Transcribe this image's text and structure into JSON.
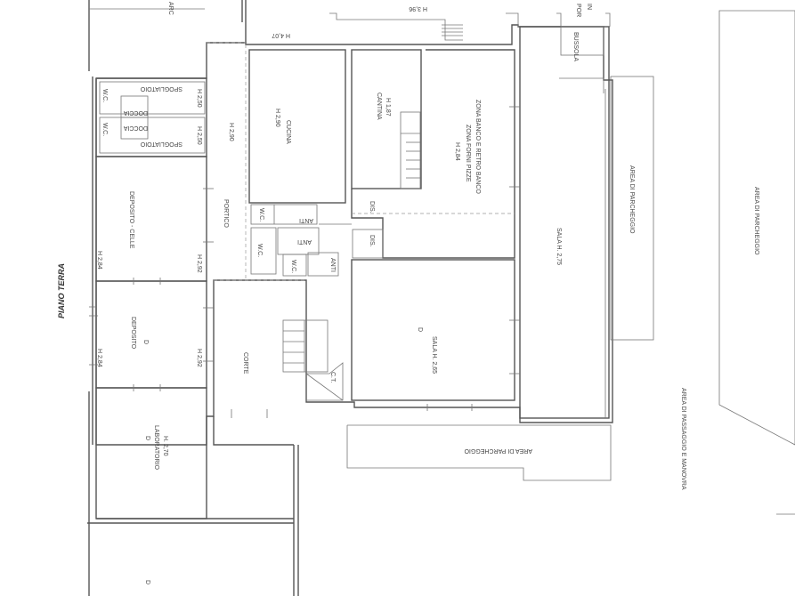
{
  "floor": {
    "title": "PIANO TERRA"
  },
  "labels": {
    "arc_top": "ARC",
    "por": "POR",
    "ingresso_frag": "IN",
    "h_396": "H 3,96",
    "h_407": "H 4,07",
    "bussola": "BUSSOLA",
    "spogliatoio_1": "SPOGLIATOIO",
    "wc_1": "W.C.",
    "h250_1": "H 2,50",
    "doccia_1": "DOCCIA",
    "doccia_2": "DOCCIA",
    "wc_2": "W.C.",
    "h250_2": "H 2,50",
    "spogliatoio_2": "SPOGLIATOIO",
    "cucina_h": "H 2,90",
    "cucina": "CUCINA",
    "cantina": "CANTINA",
    "cantina_h": "H 1,87",
    "forni_h": "H 2,84",
    "forni_1": "ZONA FORNI PIZZE",
    "forni_2": "ZONA BANCO E RETRO BANCO",
    "h290_portico": "H 2,90",
    "portico": "PORTICO",
    "deposito_celle": "DEPOSITO - CELLE",
    "h284_a": "H 2,84",
    "h292_a": "H 2,92",
    "wc_3": "W.C.",
    "anti_1": "ANTI",
    "dis_1": "DIS.",
    "wc_4": "W.C.",
    "anti_2": "ANTI",
    "wc_5": "W.C.",
    "anti_3": "ANTI",
    "dis_2": "DIS.",
    "sala_275": "SALA H. 2,75",
    "parcheggio_1": "AREA DI PARCHEGGIO",
    "parcheggio_2": "AREA DI PARCHEGGIO",
    "deposito": "DEPOSITO",
    "d_1": "D",
    "h284_b": "H 2,84",
    "h292_b": "H 2,92",
    "corte": "CORTE",
    "d_2": "D",
    "sala_265": "SALA H. 2,65",
    "ct": "C.T.",
    "parcheggio_3": "AREA DI PARCHEGGIO",
    "passaggio": "AREA DI PASSAGGIO E MANOVRA",
    "d_3": "D",
    "laboratorio": "LABORATORIO",
    "h270": "H. 2,70",
    "d_4": "D"
  }
}
